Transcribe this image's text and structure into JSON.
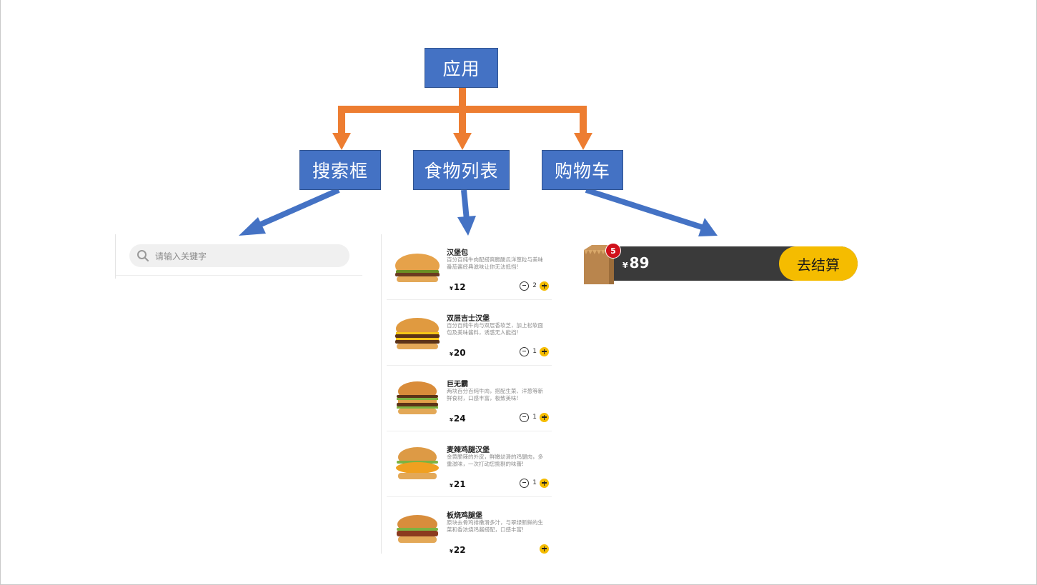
{
  "nodes": {
    "root": "应用",
    "search": "搜索框",
    "food_list": "食物列表",
    "cart": "购物车"
  },
  "colors": {
    "node_fill": "#4472c4",
    "tree_arrow": "#ed7d31",
    "pointer_arrow": "#4472c4",
    "accent_yellow": "#f5bc00",
    "badge_red": "#d0111b"
  },
  "search_box": {
    "placeholder": "请输入关键字",
    "icon": "search-icon"
  },
  "foods": [
    {
      "name": "汉堡包",
      "desc": "百分百纯牛肉配搭爽脆酸瓜洋葱粒与美味番茄酱经典滋味让你无法抵挡!",
      "currency": "¥",
      "price": "12",
      "qty": "2",
      "has_minus": true
    },
    {
      "name": "双层吉士汉堡",
      "desc": "百分百纯牛肉与双层香软芝，加上松软面包及美味酱料，诱惑无人能挡!",
      "currency": "¥",
      "price": "20",
      "qty": "1",
      "has_minus": true
    },
    {
      "name": "巨无霸",
      "desc": "两块百分百纯牛肉，搭配生菜、洋葱等新鲜食材，口感丰富，极致美味!",
      "currency": "¥",
      "price": "24",
      "qty": "1",
      "has_minus": true
    },
    {
      "name": "麦辣鸡腿汉堡",
      "desc": "金黄脆辣的外皮，鲜嫩幼滑的鸡腿肉，多重滋味，一次打动您挑剔的味蕾!",
      "currency": "¥",
      "price": "21",
      "qty": "1",
      "has_minus": true
    },
    {
      "name": "板烧鸡腿堡",
      "desc": "原块去骨鸡排嫩滑多汁，与翠绿新鲜的生菜和香浓烧鸡酱搭配，口感丰富!",
      "currency": "¥",
      "price": "22",
      "qty": "",
      "has_minus": false
    }
  ],
  "cart_bar": {
    "badge": "5",
    "currency": "¥",
    "total": "89",
    "checkout_label": "去结算"
  }
}
